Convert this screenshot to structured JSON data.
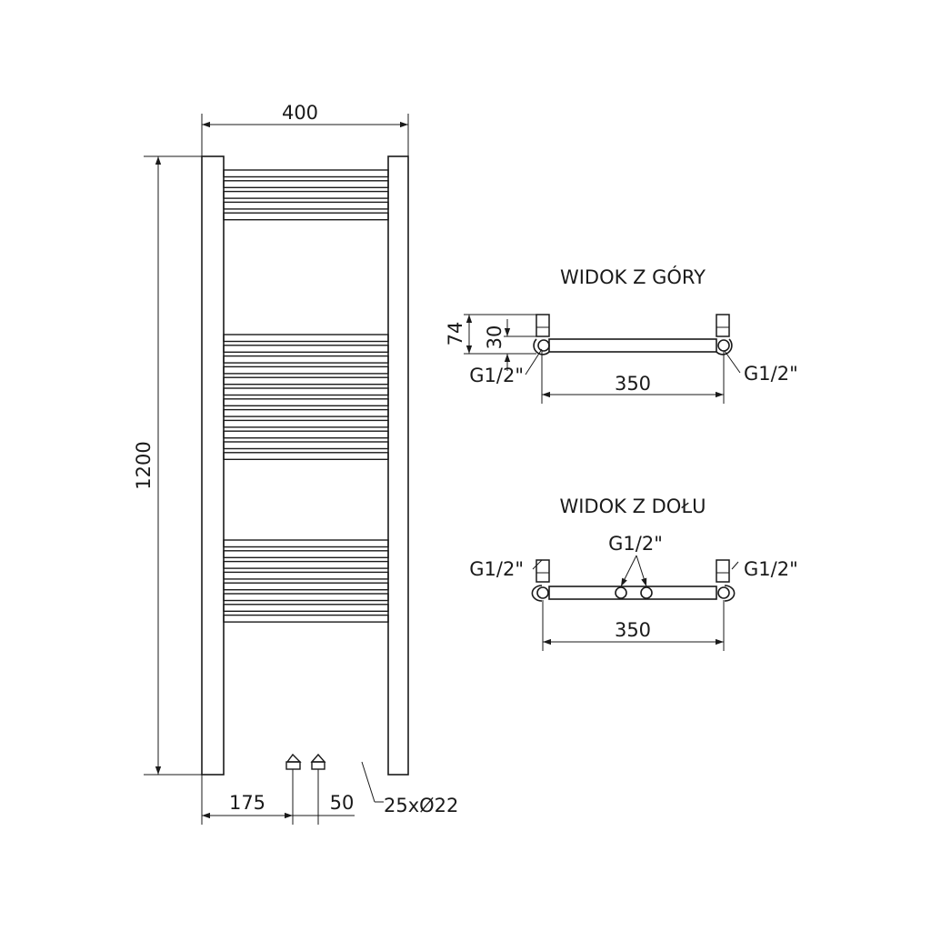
{
  "front": {
    "width_label": "400",
    "height_label": "1200",
    "offset_label": "175",
    "spacing_label": "50",
    "tube_label": "25xØ22",
    "tube_count": 25,
    "tube_groups": [
      5,
      12,
      8
    ]
  },
  "top_view": {
    "title": "WIDOK Z GÓRY",
    "depth_label": "74",
    "inlet_label": "30",
    "left_conn_label": "G1/2\"",
    "right_conn_label": "G1/2\"",
    "span_label": "350"
  },
  "bottom_view": {
    "title": "WIDOK Z DOŁU",
    "left_conn_label": "G1/2\"",
    "center_conn_label": "G1/2\"",
    "right_conn_label": "G1/2\"",
    "span_label": "350"
  }
}
